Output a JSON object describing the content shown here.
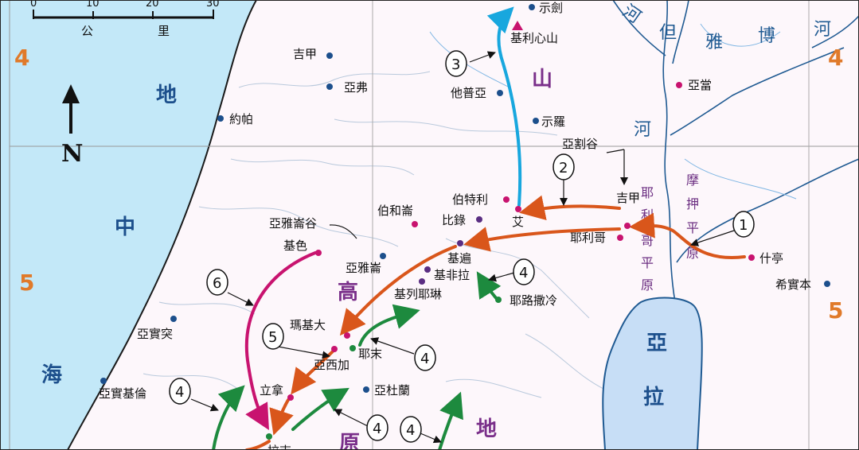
{
  "scale": {
    "ticks": [
      "0",
      "10",
      "20",
      "30"
    ],
    "unit_left": "公",
    "unit_right": "里"
  },
  "north": "N",
  "grid": {
    "left_top": "4",
    "left_bottom": "5",
    "right_top": "4",
    "right_bottom": "5"
  },
  "regions": {
    "sea": [
      "地",
      "中",
      "海"
    ],
    "mountains": "山",
    "highlands": [
      "高",
      "原"
    ],
    "land": "地",
    "jordan_river": [
      "河"
    ],
    "jordan_river_east": [
      "河",
      "但",
      "雅",
      "博",
      "河"
    ],
    "dead_sea": [
      "亞",
      "拉"
    ],
    "plain_moab": [
      "摩",
      "押",
      "平",
      "原"
    ],
    "plain_jericho": [
      "耶",
      "利",
      "哥",
      "平",
      "原"
    ]
  },
  "places": {
    "shechem": "示劍",
    "gerizim": "基利心山",
    "tirzah": "他普亞",
    "shiloh": "示羅",
    "gibeah": "吉甲",
    "aphek": "亞弗",
    "joppa": "約帕",
    "adam": "亞當",
    "valley_achor": "亞割谷",
    "gilgal": "吉甲",
    "jericho": "耶利哥",
    "bethel": "伯特利",
    "ai": "艾",
    "bethhoron": "伯和崙",
    "aijalon_valley": "亞雅崙谷",
    "aijalon": "亞雅崙",
    "gezer": "基色",
    "luz": "比錄",
    "gibeon": "基遍",
    "kephirah": "基非拉",
    "kiriath_jearim": "基列耶琳",
    "jerusalem": "耶路撒冷",
    "makkedah": "瑪基大",
    "azekah": "亞西加",
    "jarmuth": "耶末",
    "ashdod": "亞實突",
    "ashkelon": "亞實基倫",
    "libnah": "立拿",
    "adullam": "亞杜蘭",
    "shittim": "什亭",
    "heshbon": "希實本",
    "lachish_partial": "拉吉"
  },
  "route_numbers": [
    "1",
    "2",
    "3",
    "4",
    "5",
    "6"
  ],
  "colors": {
    "sea": "#c3e8f8",
    "land": "#fdf7fb",
    "water": "#c7def6",
    "river_line": "#1f5a92",
    "orange_route": "#d9561b",
    "blue_route": "#18a7de",
    "magenta_route": "#c8136f",
    "green_route": "#1d8a3e",
    "grid_number": "#e07a2a"
  }
}
